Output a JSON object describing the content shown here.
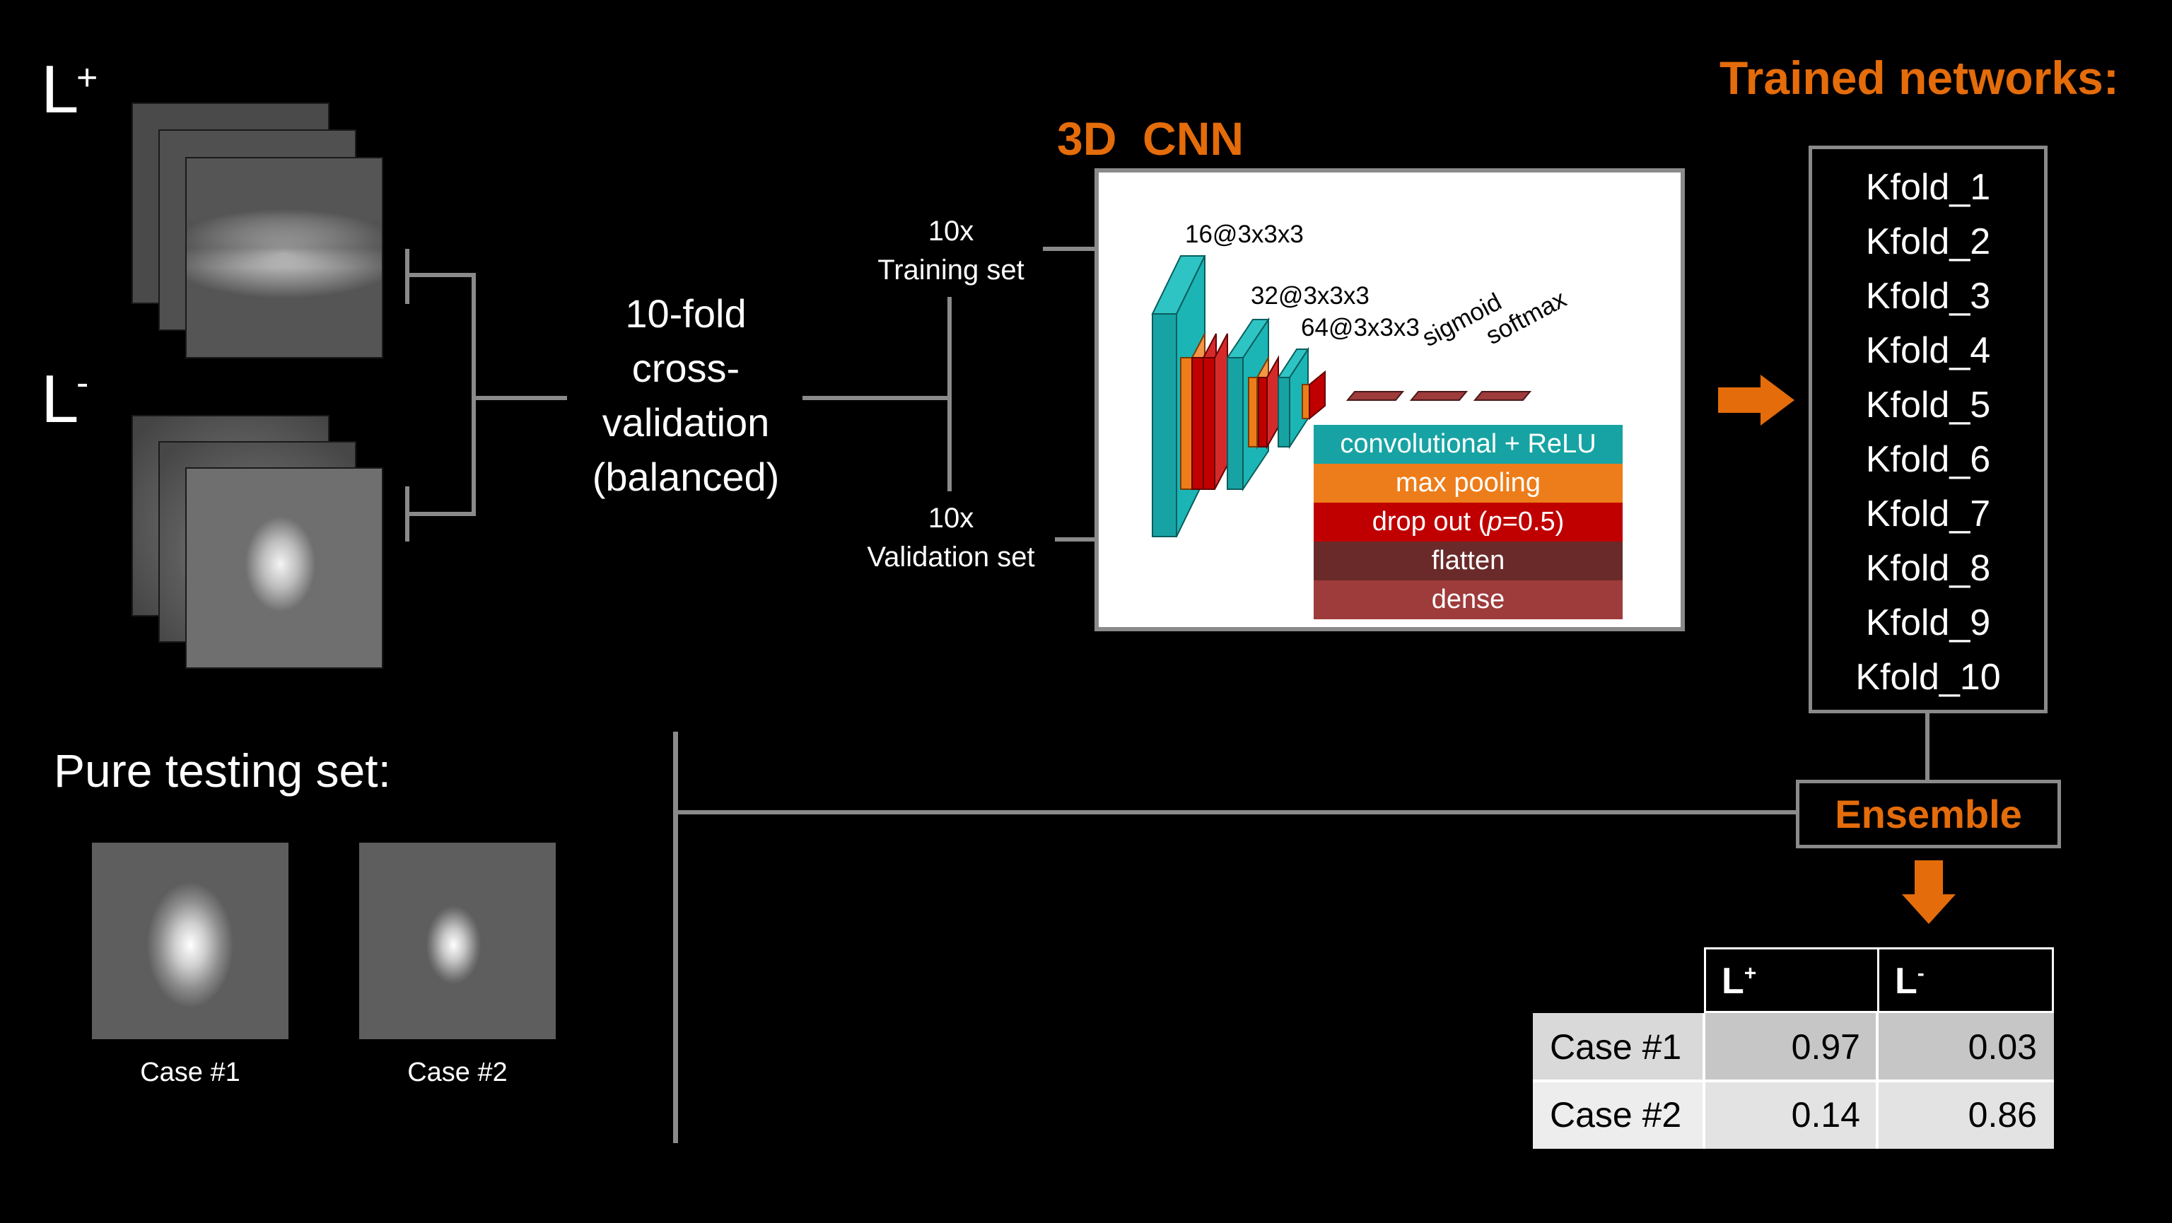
{
  "classes": {
    "positive": {
      "base": "L",
      "sup": "+"
    },
    "negative": {
      "base": "L",
      "sup": "-"
    }
  },
  "cv": {
    "line1": "10-fold",
    "line2": "cross-",
    "line3": "validation",
    "line4": "(balanced)"
  },
  "sets": {
    "training_count": "10x",
    "training_label": "Training set",
    "validation_count": "10x",
    "validation_label": "Validation set"
  },
  "cnn": {
    "title": "3D  CNN",
    "layer1": "16@3x3x3",
    "layer2": "32@3x3x3",
    "layer3": "64@3x3x3",
    "act1": "sigmoid",
    "act2": "softmax",
    "legend": [
      {
        "text": "convolutional + ReLU",
        "color": "#17A3A3"
      },
      {
        "text": "max pooling",
        "color": "#ED7D1A"
      },
      {
        "text": "drop out (",
        "italic": "p",
        "tail": "=0.5)",
        "color": "#C00000"
      },
      {
        "text": "flatten",
        "color": "#6B2A2A"
      },
      {
        "text": "dense",
        "color": "#9E3B3B"
      }
    ]
  },
  "trained": {
    "title": "Trained networks:",
    "items": [
      "Kfold_1",
      "Kfold_2",
      "Kfold_3",
      "Kfold_4",
      "Kfold_5",
      "Kfold_6",
      "Kfold_7",
      "Kfold_8",
      "Kfold_9",
      "Kfold_10"
    ]
  },
  "ensemble": {
    "label": "Ensemble"
  },
  "testing": {
    "title": "Pure testing set:",
    "case1": "Case #1",
    "case2": "Case #2"
  },
  "results": {
    "headers": [
      "",
      "L+",
      "L-"
    ],
    "rows": [
      {
        "case": "Case #1",
        "lplus": "0.97",
        "lminus": "0.03"
      },
      {
        "case": "Case #2",
        "lplus": "0.14",
        "lminus": "0.86"
      }
    ]
  },
  "colors": {
    "accent": "#E46C0A",
    "line": "#8a8a8a"
  }
}
